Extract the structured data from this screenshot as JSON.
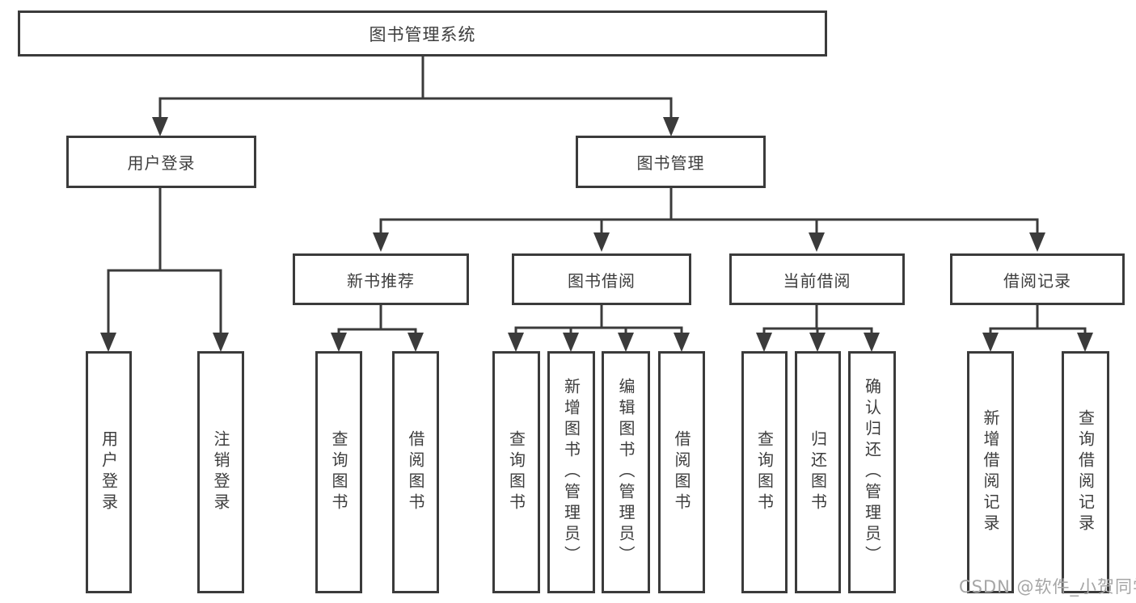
{
  "diagram": {
    "root": "图书管理系统",
    "branches": [
      {
        "label": "用户登录",
        "children": [
          "用户登录",
          "注销登录"
        ]
      },
      {
        "label": "图书管理",
        "children": [
          {
            "label": "新书推荐",
            "children": [
              "查询图书",
              "借阅图书"
            ]
          },
          {
            "label": "图书借阅",
            "children": [
              "查询图书",
              "新增图书（管理员）",
              "编辑图书（管理员）",
              "借阅图书"
            ]
          },
          {
            "label": "当前借阅",
            "children": [
              "查询图书",
              "归还图书",
              "确认归还（管理员）"
            ]
          },
          {
            "label": "借阅记录",
            "children": [
              "新增借阅记录",
              "查询借阅记录"
            ]
          }
        ]
      }
    ],
    "watermark": "CSDN @软件_小贺同学",
    "colors": {
      "line": "#3b3b3b",
      "text": "#3d3d3d",
      "watermark": "#a6a6a6",
      "background": "#ffffff"
    }
  }
}
